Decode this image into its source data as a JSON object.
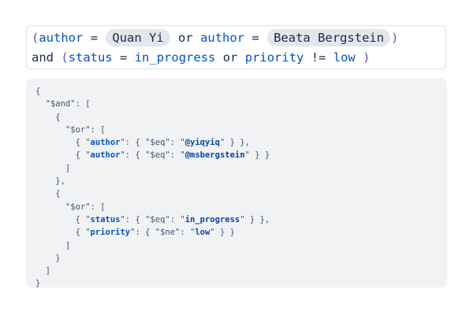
{
  "query": {
    "line1": {
      "open_paren": "(",
      "field1": "author",
      "op1": "=",
      "value1": "Quan Yi",
      "conj1": "or",
      "field2": "author",
      "op2": "=",
      "value2": "Beata Bergstein",
      "close_paren": ")"
    },
    "line2": {
      "conj0": "and",
      "open_paren": "(",
      "field1": "status",
      "op1": "=",
      "value1": "in_progress",
      "conj1": "or",
      "field2": "priority",
      "op2": "!=",
      "value2": "low",
      "close_paren": ")"
    }
  },
  "json_output": {
    "root_and": "$and",
    "groups": [
      {
        "op": "$or",
        "conditions": [
          {
            "field": "author",
            "operator": "$eq",
            "value": "@yiqyiq"
          },
          {
            "field": "author",
            "operator": "$eq",
            "value": "@msbergstein"
          }
        ]
      },
      {
        "op": "$or",
        "conditions": [
          {
            "field": "status",
            "operator": "$eq",
            "value": "in_progress"
          },
          {
            "field": "priority",
            "operator": "$ne",
            "value": "low"
          }
        ]
      }
    ]
  },
  "colors": {
    "field": "#0052cc",
    "paren": "#6554c0",
    "chip_bg": "#e3e6ec",
    "code_bg": "#f1f2f4"
  }
}
